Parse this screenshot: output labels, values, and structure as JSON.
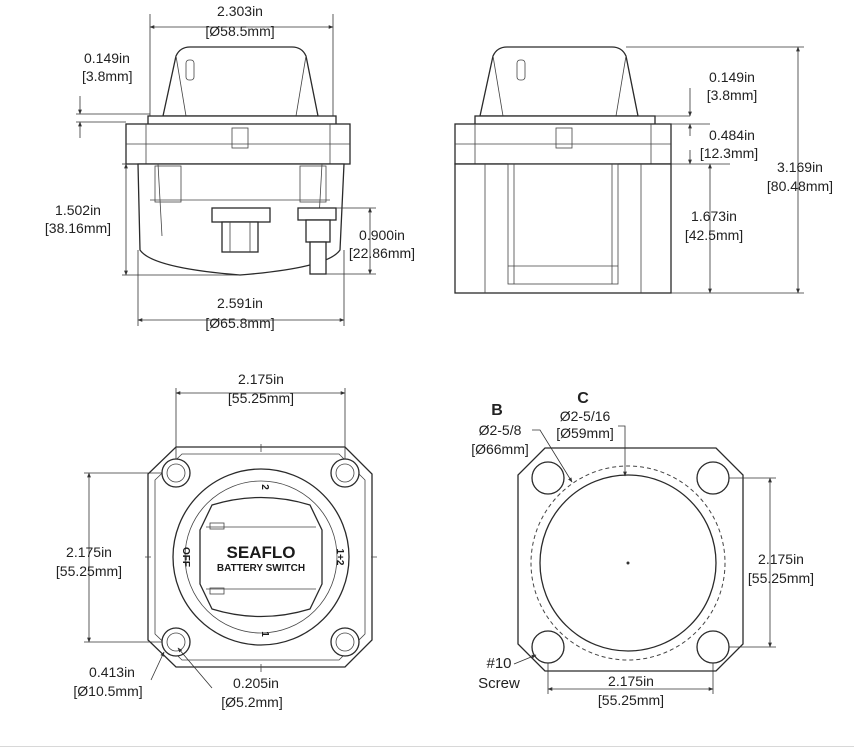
{
  "front_view": {
    "width_top": "2.303in",
    "width_top_mm": "[Ø58.5mm]",
    "knob_step": "0.149in",
    "knob_step_mm": "[3.8mm]",
    "height_body": "1.502in",
    "height_body_mm": "[38.16mm]",
    "stud_height": "0.900in",
    "stud_height_mm": "[22.86mm]",
    "width_base": "2.591in",
    "width_base_mm": "[Ø65.8mm]"
  },
  "side_view": {
    "knob_step": "0.149in",
    "knob_step_mm": "[3.8mm]",
    "flange": "0.484in",
    "flange_mm": "[12.3mm]",
    "overall_height": "3.169in",
    "overall_height_mm": "[80.48mm]",
    "body_height": "1.673in",
    "body_height_mm": "[42.5mm]"
  },
  "top_view": {
    "hole_spacing_h": "2.175in",
    "hole_spacing_h_mm": "[55.25mm]",
    "hole_spacing_v": "2.175in",
    "hole_spacing_v_mm": "[55.25mm]",
    "hole_dia": "0.413in",
    "hole_dia_mm": "[Ø10.5mm]",
    "screw_dia": "0.205in",
    "screw_dia_mm": "[Ø5.2mm]",
    "brand": "SEAFLO",
    "subtitle": "BATTERY SWITCH",
    "pos_off": "OFF",
    "pos_1": "1",
    "pos_2": "2",
    "pos_both": "1+2"
  },
  "cutout_view": {
    "label_b": "B",
    "b_dia": "Ø2-5/8",
    "b_dia_mm": "[Ø66mm]",
    "label_c": "C",
    "c_dia": "Ø2-5/16",
    "c_dia_mm": "[Ø59mm]",
    "spacing_v": "2.175in",
    "spacing_v_mm": "[55.25mm]",
    "spacing_h": "2.175in",
    "spacing_h_mm": "[55.25mm]",
    "screw_no": "#10",
    "screw_word": "Screw"
  }
}
